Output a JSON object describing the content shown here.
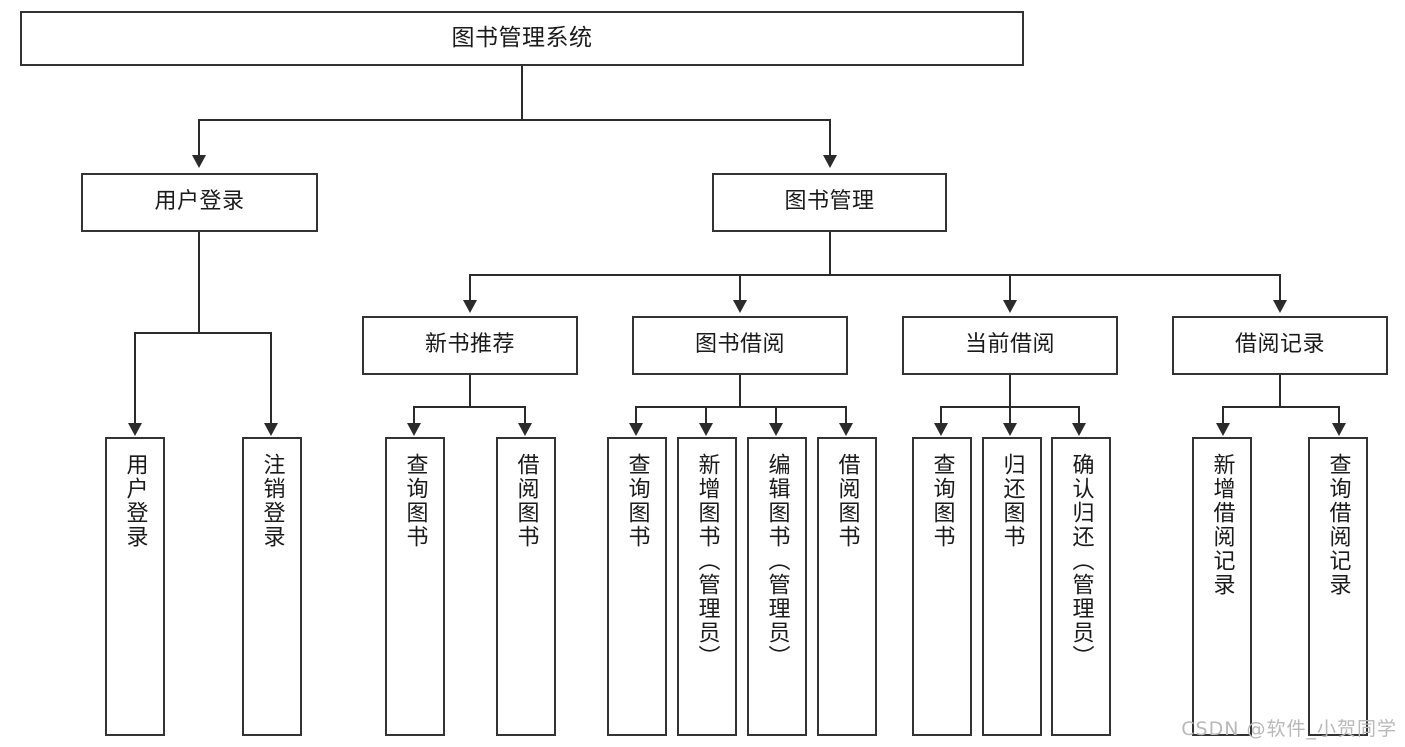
{
  "diagram": {
    "title": "图书管理系统",
    "watermark": "CSDN @软件_小贺同学",
    "root": {
      "label": "图书管理系统"
    },
    "level2": [
      {
        "label": "用户登录"
      },
      {
        "label": "图书管理"
      }
    ],
    "level3": [
      {
        "label": "新书推荐"
      },
      {
        "label": "图书借阅"
      },
      {
        "label": "当前借阅"
      },
      {
        "label": "借阅记录"
      }
    ],
    "leaves": {
      "user_login": [
        {
          "label": "用户登录"
        },
        {
          "label": "注销登录"
        }
      ],
      "new_book": [
        {
          "label": "查询图书"
        },
        {
          "label": "借阅图书"
        }
      ],
      "book_borrow": [
        {
          "label": "查询图书"
        },
        {
          "label": "新增图书（管理员）"
        },
        {
          "label": "编辑图书（管理员）"
        },
        {
          "label": "借阅图书"
        }
      ],
      "current_borrow": [
        {
          "label": "查询图书"
        },
        {
          "label": "归还图书"
        },
        {
          "label": "确认归还（管理员）"
        }
      ],
      "borrow_record": [
        {
          "label": "新增借阅记录"
        },
        {
          "label": "查询借阅记录"
        }
      ]
    },
    "colors": {
      "box_border": "#333333",
      "box_fill": "#ffffff",
      "connector": "#2b2b2b",
      "text": "#1a1a1a",
      "watermark": "#b9b9b9"
    }
  }
}
